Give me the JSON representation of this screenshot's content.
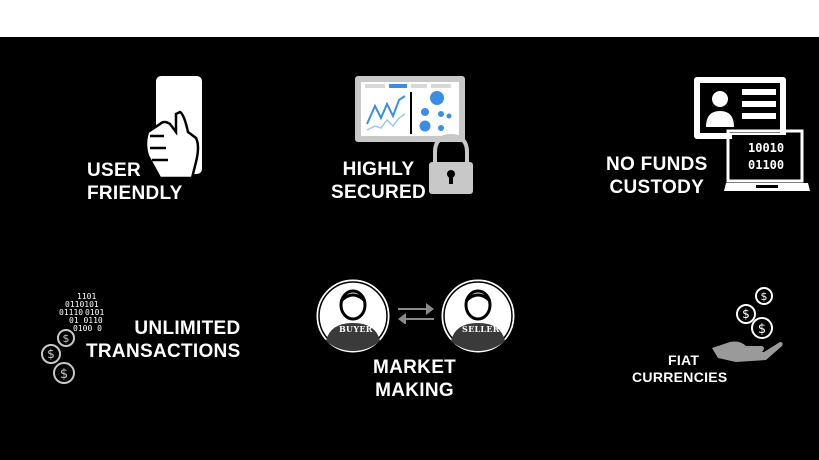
{
  "colors": {
    "background": "#000000",
    "top_band": "#ffffff",
    "text": "#ffffff",
    "accent_blue": "#3a8ee6",
    "icon_gray": "#c8c8c8"
  },
  "features": {
    "user_friendly": {
      "line1": "USER",
      "line2": "FRIENDLY",
      "icon": "hand-holding-phone-icon"
    },
    "highly_secured": {
      "line1": "HIGHLY",
      "line2": "SECURED",
      "icon": "dashboard-with-padlock-icon"
    },
    "no_funds_custody": {
      "line1": "NO FUNDS",
      "line2": "CUSTODY",
      "icon": "laptop-with-id-card-icon",
      "code": [
        "10010",
        "01100"
      ]
    },
    "unlimited_transactions": {
      "line1": "UNLIMITED",
      "line2": "TRANSACTIONS",
      "icon": "binary-coins-icon",
      "bits": [
        "1101",
        "0110101",
        "01110",
        "0101",
        "01 0110",
        "0100 0"
      ]
    },
    "market_making": {
      "line1": "MARKET",
      "line2": "MAKING",
      "icon": "buyer-seller-exchange-icon",
      "buyer": "BUYER",
      "seller": "SELLER"
    },
    "fiat_currencies": {
      "line1": "FIAT",
      "line2": "CURRENCIES",
      "icon": "hand-with-coins-icon"
    }
  }
}
